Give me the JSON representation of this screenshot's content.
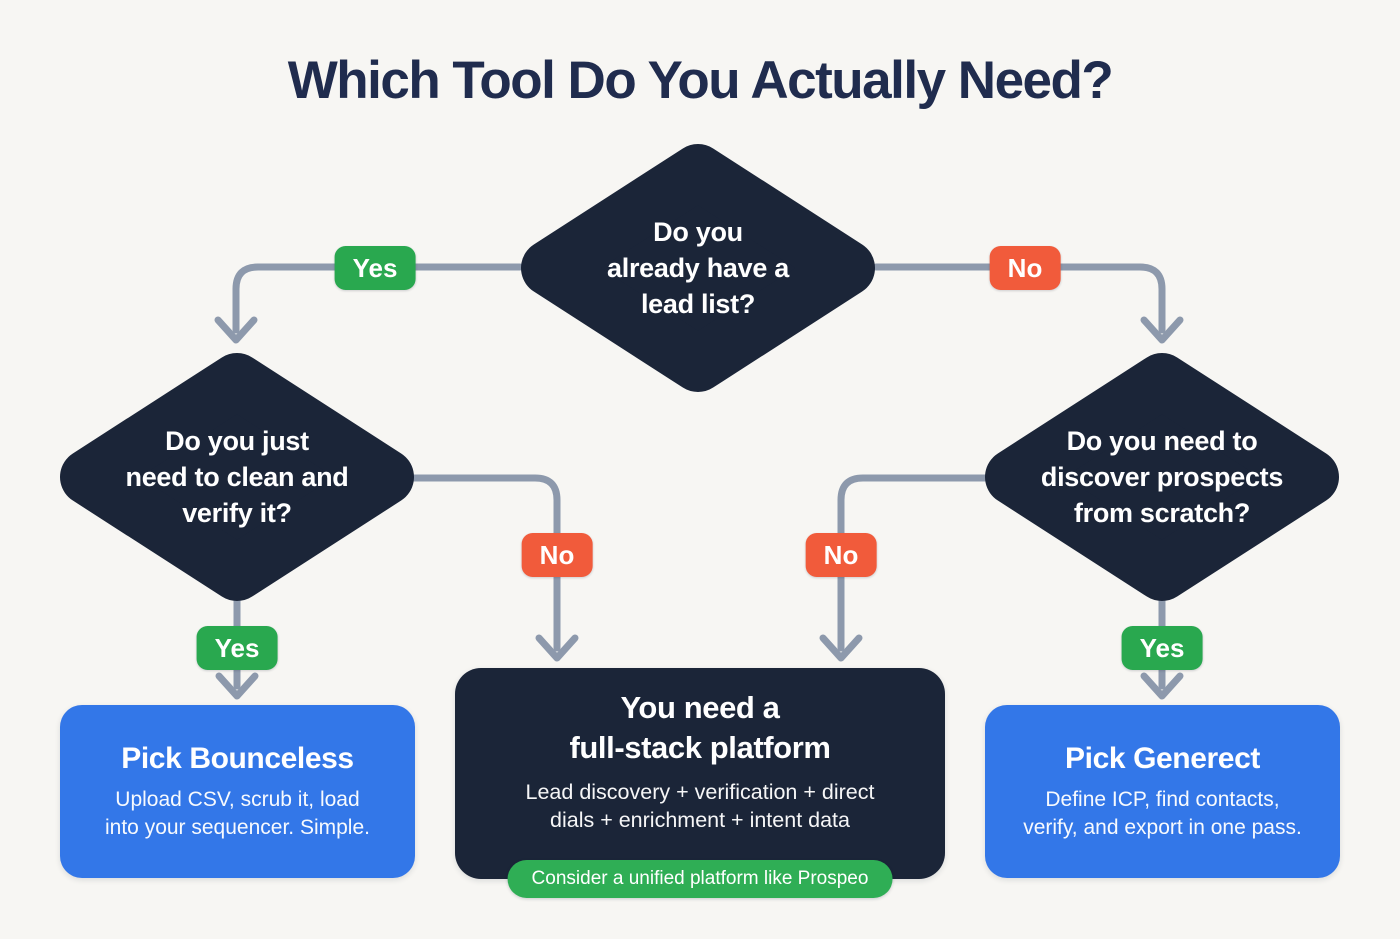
{
  "title": "Which Tool Do You Actually Need?",
  "colors": {
    "background": "#f7f6f3",
    "navy": "#1b2538",
    "blue": "#3377e8",
    "green": "#29a84f",
    "pill_green": "#2fae55",
    "orange": "#f15b3b",
    "connector": "#8d99ac",
    "title_text": "#202c4e"
  },
  "badges": {
    "yes": "Yes",
    "no": "No"
  },
  "diamonds": {
    "start": {
      "lines": [
        "Do you",
        "already have a",
        "lead list?"
      ]
    },
    "clean": {
      "lines": [
        "Do you just",
        "need to clean and",
        "verify it?"
      ]
    },
    "discover": {
      "lines": [
        "Do you need to",
        "discover prospects",
        "from scratch?"
      ]
    }
  },
  "results": {
    "bounceless": {
      "title": "Pick Bounceless",
      "lines": [
        "Upload CSV, scrub it, load",
        "into your sequencer. Simple."
      ]
    },
    "fullstack": {
      "title_lines": [
        "You need a",
        "full-stack platform"
      ],
      "lines": [
        "Lead discovery + verification + direct",
        "dials + enrichment + intent data"
      ],
      "pill": "Consider a unified platform like Prospeo"
    },
    "generect": {
      "title": "Pick Generect",
      "lines": [
        "Define ICP, find contacts,",
        "verify, and export in one pass."
      ]
    }
  }
}
